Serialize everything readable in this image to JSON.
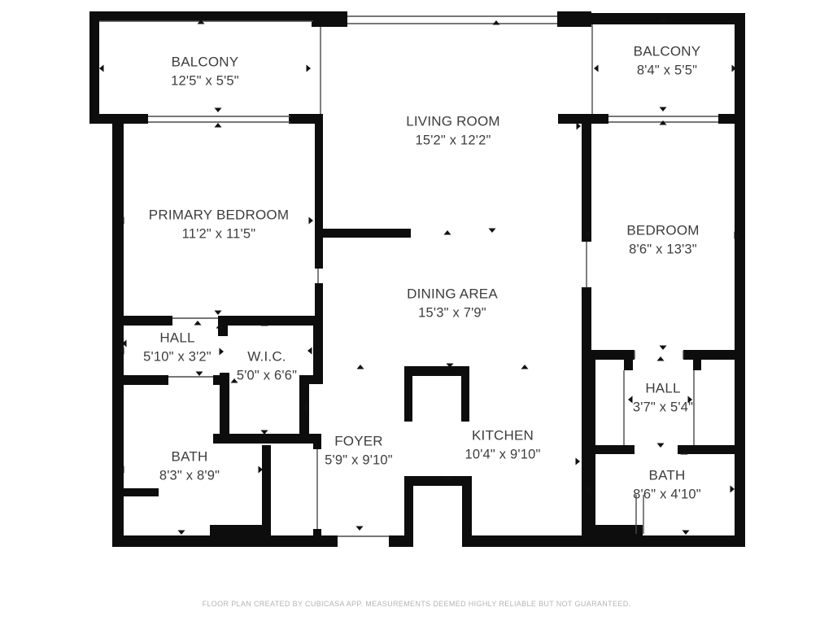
{
  "document": {
    "type": "floor-plan",
    "source_app": "CubiCasa"
  },
  "rooms": [
    {
      "id": "balcony-left",
      "name": "BALCONY",
      "dims": "12'5\" x 5'5\""
    },
    {
      "id": "balcony-right",
      "name": "BALCONY",
      "dims": "8'4\" x 5'5\""
    },
    {
      "id": "living-room",
      "name": "LIVING ROOM",
      "dims": "15'2\" x 12'2\""
    },
    {
      "id": "primary-bedroom",
      "name": "PRIMARY BEDROOM",
      "dims": "11'2\" x 11'5\""
    },
    {
      "id": "bedroom",
      "name": "BEDROOM",
      "dims": "8'6\" x 13'3\""
    },
    {
      "id": "dining-area",
      "name": "DINING AREA",
      "dims": "15'3\" x 7'9\""
    },
    {
      "id": "hall-left",
      "name": "HALL",
      "dims": "5'10\" x 3'2\""
    },
    {
      "id": "wic",
      "name": "W.I.C.",
      "dims": "5'0\" x 6'6\""
    },
    {
      "id": "foyer",
      "name": "FOYER",
      "dims": "5'9\" x 9'10\""
    },
    {
      "id": "kitchen",
      "name": "KITCHEN",
      "dims": "10'4\" x 9'10\""
    },
    {
      "id": "hall-right",
      "name": "HALL",
      "dims": "3'7\" x 5'4\""
    },
    {
      "id": "bath-left",
      "name": "BATH",
      "dims": "8'3\" x 8'9\""
    },
    {
      "id": "bath-right",
      "name": "BATH",
      "dims": "8'6\" x 4'10\""
    }
  ],
  "footer": {
    "disclaimer": "FLOOR PLAN CREATED BY CUBICASA APP. MEASUREMENTS DEEMED HIGHLY RELIABLE BUT NOT GUARANTEED."
  },
  "colors": {
    "wall": "#0d0d0d",
    "thin_line": "#4a4a4a",
    "arrow": "#111111",
    "label": "#3d3d3d",
    "footer_text": "#b4b4b4",
    "background": "#ffffff"
  }
}
